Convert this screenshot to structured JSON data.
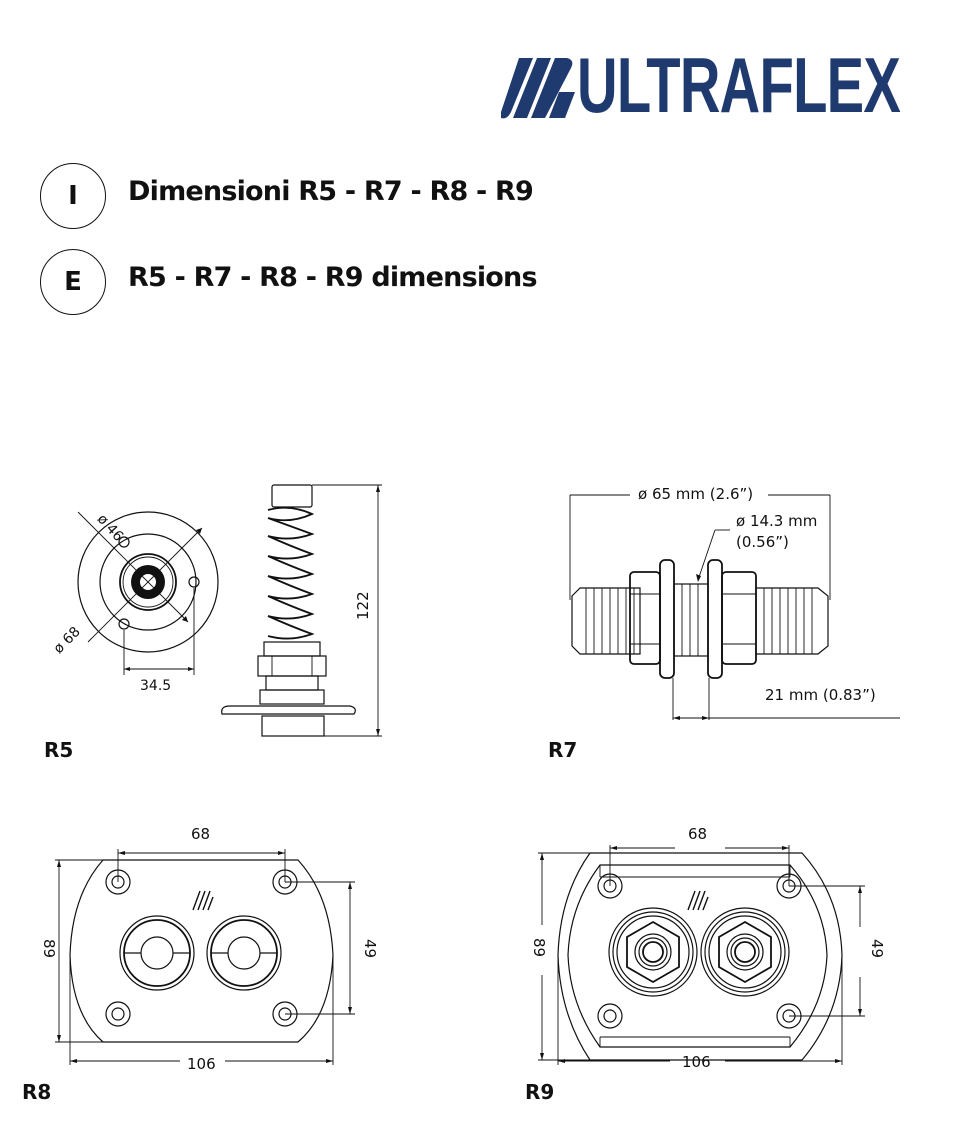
{
  "brand": {
    "logo_text": "ULTRAFLEX",
    "logo_color": "#1f3a6e",
    "logo_icon": "ultraflex-stripes-icon"
  },
  "headings": [
    {
      "lang": "I",
      "title": "Dimensioni R5 - R7 - R8 - R9"
    },
    {
      "lang": "E",
      "title": "R5 - R7 - R8 - R9 dimensions"
    }
  ],
  "drawings": {
    "r5": {
      "label": "R5",
      "dim_outer_diameter": "ø 68",
      "dim_inner_diameter": "ø 46",
      "dim_hole_spacing": "34.5",
      "dim_height": "122"
    },
    "r7": {
      "label": "R7",
      "dim_overall": "ø 65 mm (2.6”)",
      "dim_thread_line1": "ø 14.3 mm",
      "dim_thread_line2": "(0.56”)",
      "dim_panel": "21 mm (0.83”)"
    },
    "r8": {
      "label": "R8",
      "dim_hole_spacing_x": "68",
      "dim_height": "89",
      "dim_hole_spacing_y": "49",
      "dim_width": "106"
    },
    "r9": {
      "label": "R9",
      "dim_hole_spacing_x": "68",
      "dim_height": "89",
      "dim_hole_spacing_y": "49",
      "dim_width": "106"
    }
  }
}
